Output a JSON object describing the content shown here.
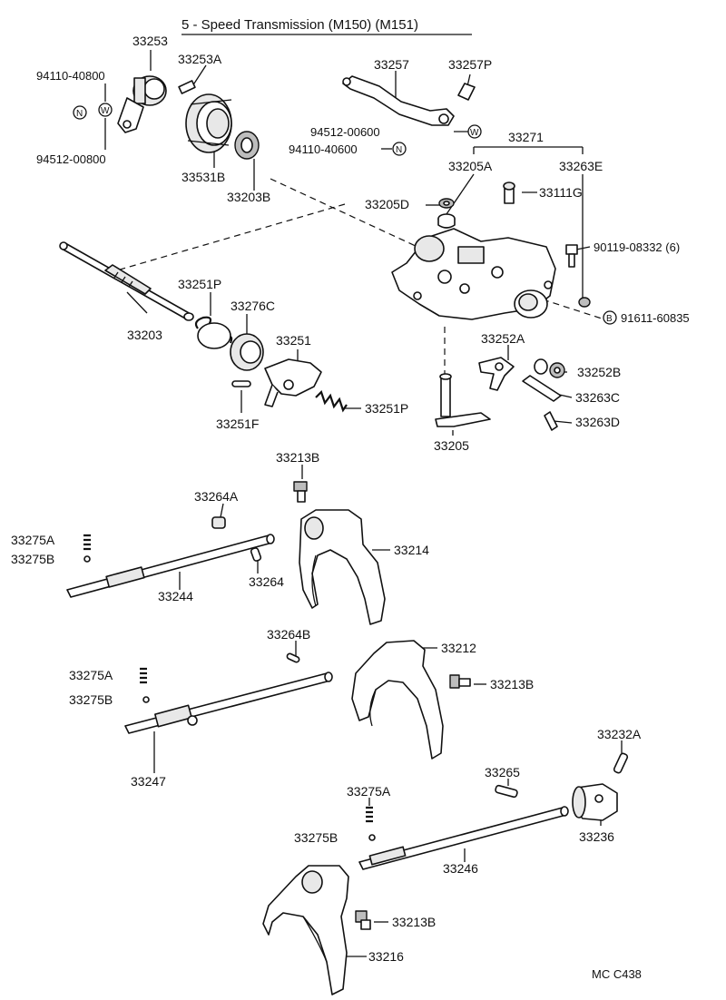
{
  "title": "5 - Speed Transmission (M150) (M151)",
  "figure_code": "MC C438",
  "symbols": {
    "nut": "N",
    "washer": "W",
    "bolt": "B"
  },
  "labels": {
    "p33253": "33253",
    "p33253A": "33253A",
    "p94110_40800": "94110-40800",
    "p94512_00800": "94512-00800",
    "p33531B": "33531B",
    "p33203B": "33203B",
    "p33257": "33257",
    "p33257P": "33257P",
    "p94512_00600": "94512-00600",
    "p94110_40600": "94110-40600",
    "p33271": "33271",
    "p33205A": "33205A",
    "p33263E": "33263E",
    "p33205D": "33205D",
    "p33111G": "33111G",
    "p90119_08332": "90119-08332 (6)",
    "p91611_60835": "91611-60835",
    "p33203": "33203",
    "p33251P_top": "33251P",
    "p33276C": "33276C",
    "p33251": "33251",
    "p33251F": "33251F",
    "p33251P_bottom": "33251P",
    "p33252A": "33252A",
    "p33252B": "33252B",
    "p33263C": "33263C",
    "p33263D": "33263D",
    "p33205": "33205",
    "p33213B_top": "33213B",
    "p33264A": "33264A",
    "p33275A_1": "33275A",
    "p33275B_1": "33275B",
    "p33214": "33214",
    "p33264": "33264",
    "p33244": "33244",
    "p33264B": "33264B",
    "p33212": "33212",
    "p33275A_2": "33275A",
    "p33275B_2": "33275B",
    "p33213B_mid": "33213B",
    "p33247": "33247",
    "p33232A": "33232A",
    "p33265": "33265",
    "p33275A_3": "33275A",
    "p33236": "33236",
    "p33275B_3": "33275B",
    "p33246": "33246",
    "p33213B_bottom": "33213B",
    "p33216": "33216"
  }
}
